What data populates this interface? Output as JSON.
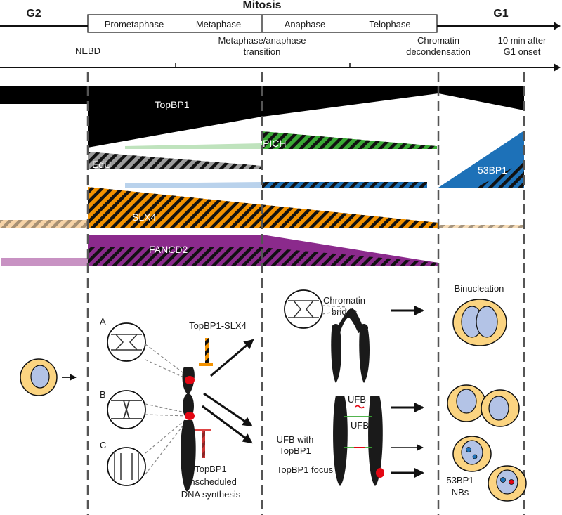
{
  "phases": {
    "g2": "G2",
    "mitosis": "Mitosis",
    "g1": "G1",
    "prometaphase": "Prometaphase",
    "metaphase": "Metaphase",
    "anaphase": "Anaphase",
    "telophase": "Telophase"
  },
  "timepoints": {
    "nebd": "NEBD",
    "meta_ana_1": "Metaphase/anaphase",
    "meta_ana_2": "transition",
    "chromatin_decon_1": "Chromatin",
    "chromatin_decon_2": "decondensation",
    "g1_onset_1": "10 min after",
    "g1_onset_2": "G1 onset"
  },
  "proteins": {
    "topbp1": "TopBP1",
    "pich": "PICH",
    "edu": "EdU",
    "bp53": "53BP1",
    "slx4": "SLX4",
    "fancd2": "FANCD2"
  },
  "bottom": {
    "label_a": "A",
    "label_b": "B",
    "label_c": "C",
    "topbp1_slx4": "TopBP1-SLX4",
    "topbp1_unsched_1": "TopBP1",
    "topbp1_unsched_2": "unscheduled",
    "topbp1_unsched_3": "DNA synthesis",
    "chromatin_bridge_1": "Chromatin",
    "chromatin_bridge_2": "bridge",
    "ufb_i": "UFB-I",
    "ufb": "UFB",
    "ufb_with_1": "UFB with",
    "ufb_with_2": "TopBP1",
    "topbp1_focus": "TopBP1 focus",
    "binucleation": "Binucleation",
    "nbs_1": "53BP1",
    "nbs_2": "NBs"
  },
  "colors": {
    "topbp1": "#000000",
    "pich": "#3aaa35",
    "edu": "#9d9d9d",
    "bp53": "#1d71b8",
    "slx4": "#f39200",
    "fancd2": "#8b2a8c",
    "cell_outer": "#fbd481",
    "cell_nucleus": "#b3c3e6",
    "focus_red": "#e30613"
  }
}
